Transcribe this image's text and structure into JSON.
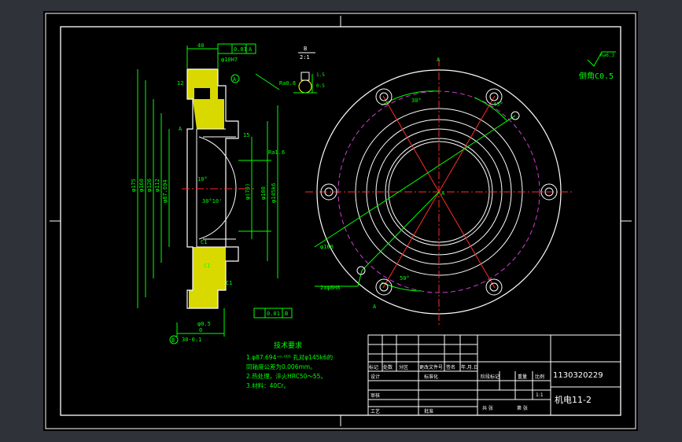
{
  "colors": {
    "canvas_bg": "#2f3339",
    "paper_bg": "#000000",
    "frame": "#ffffff",
    "dimension": "#00ff00",
    "center_line": "#ff2a2a",
    "hidden_circle": "#d23cd2",
    "section_hatch": "#ffff00"
  },
  "technical_requirements": {
    "heading": "技术要求",
    "lines": [
      "1.φ87.694⁺ᵒ·⁰⁰⁵ 孔对φ145k6的",
      "同轴度公差为0.006mm。",
      "2.热处理，淬火HRC50～55。",
      "3.材料：40Cr。"
    ]
  },
  "title_block": {
    "drawing_number": "1130320229",
    "drawing_name": "机电11-2",
    "scale_value": "1:1",
    "headers": {
      "mark": "标记",
      "count": "处数",
      "zone": "分区",
      "doc_no": "更改文件号",
      "signature": "签名",
      "date": "年.月.日",
      "designer": "设计",
      "standardization": "标准化",
      "stage_mark": "阶段标记",
      "weight": "重量",
      "scale": "比例",
      "reviewer": "审核",
      "process": "工艺",
      "approval": "批准",
      "sheets_total": "共 张",
      "sheet_no": "第 张"
    }
  },
  "annotations": {
    "chamfer_note": "倒角C0.5",
    "roughness_global": "Ra6.3",
    "roughness_a": "Ra0.8",
    "roughness_b": "Ra1.6",
    "detail_title": "B",
    "detail_scale": "2:1",
    "datum_a": "A",
    "datum_b": "B",
    "tol_top_value": "0.01",
    "tol_top_datum": "A",
    "tol_bottom_value": "0.01",
    "tol_bottom_datum": "B",
    "dim_top_40": "40",
    "dim_phi10": "φ10H7",
    "dim_bottom_30": "30-0.1",
    "dim_bottom_phi": "φ0.5",
    "dim_zero": "0",
    "dim_12": "12",
    "dim_15": "15",
    "dim_phi175": "φ175",
    "dim_phi160": "φ160",
    "dim_phi126": "φ126",
    "dim_phi112": "φ112",
    "dim_phi87": "φ87.694",
    "dim_phi145": "φ145k6",
    "dim_phi100": "φ100",
    "dim_phi70": "φ(70)",
    "dim_10deg": "10°",
    "dim_30deg": "30°10'",
    "dim_c1_a": "C1",
    "dim_c1_b": "C1",
    "dim_c1_c": "C1",
    "dim_a_left": "A",
    "front_30": "30°",
    "front_45": "45°",
    "front_phi160": "φ160",
    "front_holes": "2xφ8H8",
    "front_50": "50°",
    "front_center_top": "A",
    "front_center_bottom": "A",
    "front_center_mid": "A",
    "small_dim_1": "1.5",
    "small_dim_2": "0.5"
  }
}
